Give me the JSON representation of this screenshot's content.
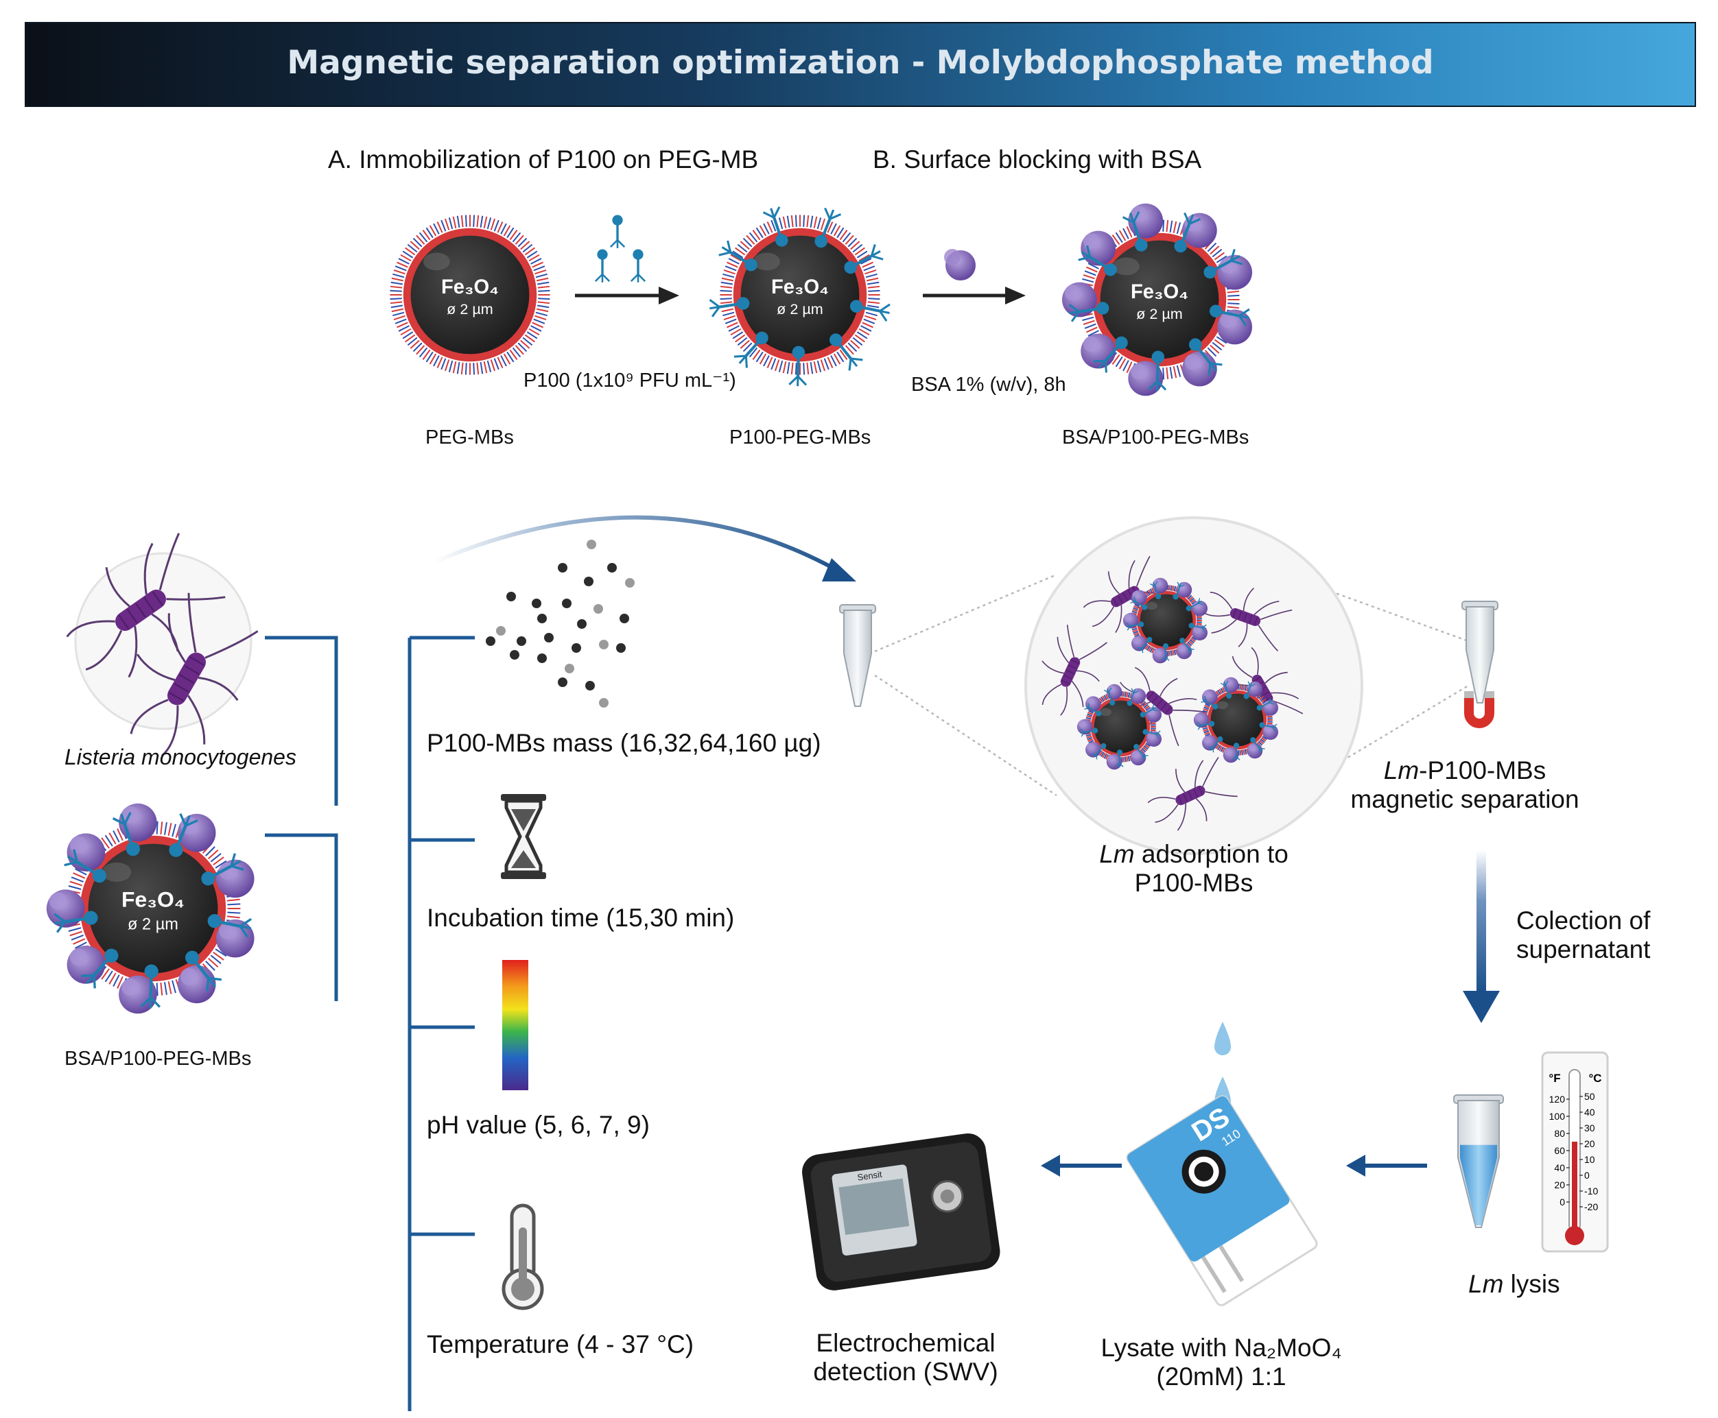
{
  "title": "Magnetic separation optimization - Molybdophosphate method",
  "step_a": {
    "heading": "A. Immobilization of P100 on PEG-MB",
    "condition": "P100 (1x10⁹ PFU mL⁻¹)"
  },
  "step_b": {
    "heading": "B. Surface blocking with BSA",
    "condition": "BSA 1% (w/v), 8h"
  },
  "beads": {
    "core_formula": "Fe₃O₄",
    "core_size": "ø 2 µm",
    "peg_label": "PEG-MBs",
    "p100_label": "P100-PEG-MBs",
    "bsa_label": "BSA/P100-PEG-MBs"
  },
  "inputs": {
    "bacteria_label": "Listeria monocytogenes",
    "bead_label": "BSA/P100-PEG-MBs"
  },
  "parameters": [
    {
      "label": "P100-MBs mass (16,32,64,160 µg)"
    },
    {
      "label": "Incubation time  (15,30 min)"
    },
    {
      "label": "pH value (5, 6, 7, 9)"
    },
    {
      "label": "Temperature (4 - 37 °C)"
    }
  ],
  "workflow": {
    "adsorption_prefix": "Lm",
    "adsorption_rest": " adsorption to",
    "adsorption_line2": "P100-MBs",
    "separation_prefix": "Lm",
    "separation_rest": "-P100-MBs",
    "separation_line2": "magnetic separation",
    "supernatant_line1": "Colection of",
    "supernatant_line2": "supernatant",
    "lysis_prefix": "Lm",
    "lysis_rest": " lysis",
    "lysate_line1": "Lysate with Na₂MoO₄",
    "lysate_line2": "(20mM) 1:1",
    "detection_line1": "Electrochemical",
    "detection_line2": "detection (SWV)"
  },
  "thermometer_scale": {
    "fahrenheit_unit": "°F",
    "celsius_unit": "°C",
    "fahrenheit": [
      "120",
      "100",
      "80",
      "60",
      "40",
      "20",
      "0"
    ],
    "celsius": [
      "50",
      "40",
      "30",
      "20",
      "10",
      "0",
      "-10",
      "-20"
    ]
  },
  "strip": {
    "label": "DS",
    "number": "110"
  },
  "potentiostat": {
    "brand": "Sensit"
  },
  "colors": {
    "bracket": "#1e5a96",
    "arrow": "#1a4f8a",
    "bead_core": "#2b2b2b",
    "bead_rim": "#d63a3a",
    "phage": "#1e7fb0",
    "bsa": "#7a5cae",
    "bacteria": "#6a2a86"
  }
}
